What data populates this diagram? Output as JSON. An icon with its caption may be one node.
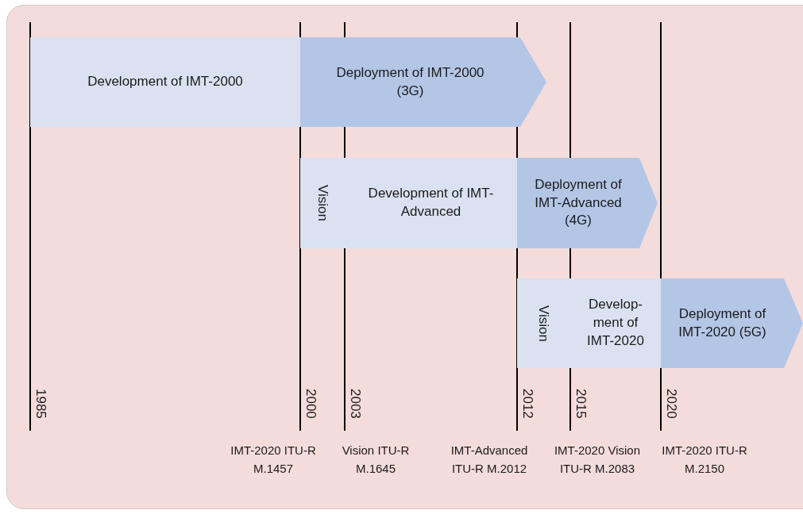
{
  "diagram": {
    "nodes": [
      {
        "text": [
          "Development of IMT-2000"
        ]
      },
      {
        "text": [
          "Deployment of IMT-2000 (3G)"
        ]
      },
      {
        "text": [
          "Vision"
        ]
      },
      {
        "text": [
          "Development of IMT-Advanced"
        ]
      },
      {
        "text": [
          "Deployment of IMT-Advanced (4G)"
        ]
      },
      {
        "text": [
          "Vision"
        ]
      },
      {
        "text": [
          "Develop-ment of IMT-2020"
        ]
      },
      {
        "text": [
          "Deployment of IMT-2020 (5G)"
        ]
      }
    ],
    "labels": [
      "1985",
      "2000",
      "2003",
      "2012",
      "2015",
      "2020",
      "IMT-2020 ITU-R M.1457",
      "Vision ITU-R M.1645",
      "IMT-Advanced ITU-R M.2012",
      "IMT-2020 Vision ITU-R M.2083",
      "IMT-2020 ITU-R M.2150"
    ]
  }
}
